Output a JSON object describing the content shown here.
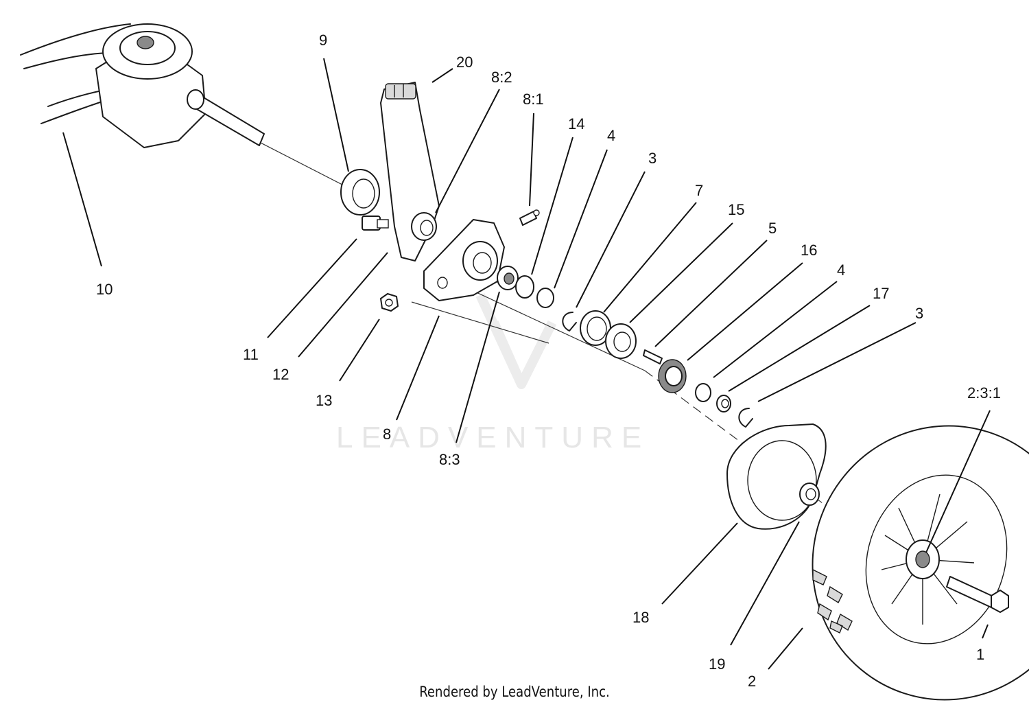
{
  "watermark": {
    "text": "LEADVENTURE"
  },
  "credit": "Rendered by LeadVenture, Inc.",
  "callouts": {
    "c9": "9",
    "c20": "20",
    "c8_2": "8:2",
    "c8_1": "8:1",
    "c14": "14",
    "c4_upper": "4",
    "c3_upper": "3",
    "c7": "7",
    "c15": "15",
    "c5": "5",
    "c16": "16",
    "c4_lower": "4",
    "c17": "17",
    "c3_lower": "3",
    "c2_3_1": "2:3:1",
    "c10": "10",
    "c11": "11",
    "c12": "12",
    "c13": "13",
    "c8": "8",
    "c8_3": "8:3",
    "c18": "18",
    "c19": "19",
    "c2": "2",
    "c1": "1"
  }
}
